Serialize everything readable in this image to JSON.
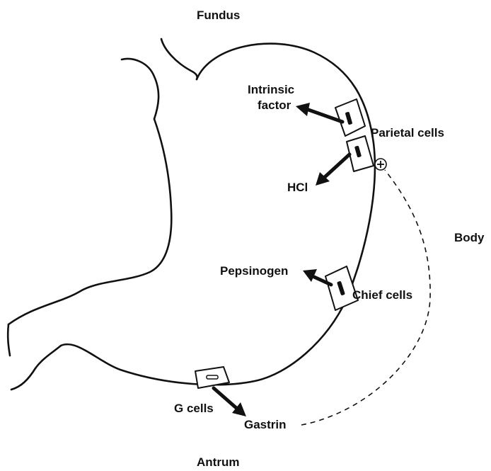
{
  "regions": {
    "fundus": "Fundus",
    "body": "Body",
    "antrum": "Antrum"
  },
  "cells": {
    "parietal": "Parietal cells",
    "chief": "Chief cells",
    "g": "G cells"
  },
  "secretions": {
    "intrinsic_factor_line1": "Intrinsic",
    "intrinsic_factor_line2": "factor",
    "hcl": "HCl",
    "pepsinogen": "Pepsinogen",
    "gastrin": "Gastrin"
  },
  "stimulation_symbol": "+",
  "colors": {
    "ink": "#111111",
    "background": "#ffffff"
  }
}
